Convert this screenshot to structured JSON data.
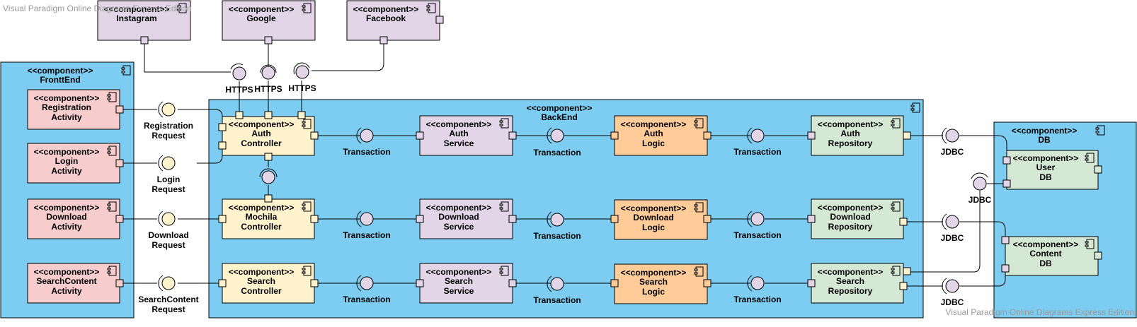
{
  "watermark": {
    "top": "Visual Paradigm Online Diagrams Express Edition",
    "bottom": "Visual Paradigm Online Diagrams Express Edition"
  },
  "stereotype": "<<component>>",
  "colors": {
    "container": "#7dcdf2",
    "activity": "#f7cccc",
    "controller": "#fff2cc",
    "service": "#e1d5e7",
    "logic": "#ffcc99",
    "repository": "#d5e8d4",
    "external": "#e1d5e7",
    "port_container": "#e1d5e7"
  },
  "containers": {
    "frontend": "FronttEnd",
    "backend": "BackEnd",
    "db": "DB"
  },
  "external": {
    "instagram": "Instagram",
    "google": "Google",
    "facebook": "Facebook"
  },
  "activities": {
    "registration": [
      "Registration",
      "Activity"
    ],
    "login": [
      "Login",
      "Activity"
    ],
    "download": [
      "Download",
      "Activity"
    ],
    "search": [
      "SearchContent",
      "Activity"
    ]
  },
  "controllers": {
    "auth": [
      "Auth",
      "Controller"
    ],
    "mochila": [
      "Mochila",
      "Controller"
    ],
    "search": [
      "Search",
      "Controller"
    ]
  },
  "services": {
    "auth": [
      "Auth",
      "Service"
    ],
    "download": [
      "Download",
      "Service"
    ],
    "search": [
      "Search",
      "Service"
    ]
  },
  "logic": {
    "auth": [
      "Auth",
      "Logic"
    ],
    "download": [
      "Download",
      "Logic"
    ],
    "search": [
      "Search",
      "Logic"
    ]
  },
  "repositories": {
    "auth": [
      "Auth",
      "Repository"
    ],
    "download": [
      "Download",
      "Repository"
    ],
    "search": [
      "Search",
      "Repository"
    ]
  },
  "databases": {
    "user": [
      "User",
      "DB"
    ],
    "content": [
      "Content",
      "DB"
    ]
  },
  "interfaces": {
    "https": "HTTPS",
    "transaction": "Transaction",
    "jdbc": "JDBC",
    "registration_request": [
      "Registration",
      "Request"
    ],
    "login_request": [
      "Login",
      "Request"
    ],
    "download_request": [
      "Download",
      "Request"
    ],
    "search_request": [
      "SearchContent",
      "Request"
    ]
  }
}
